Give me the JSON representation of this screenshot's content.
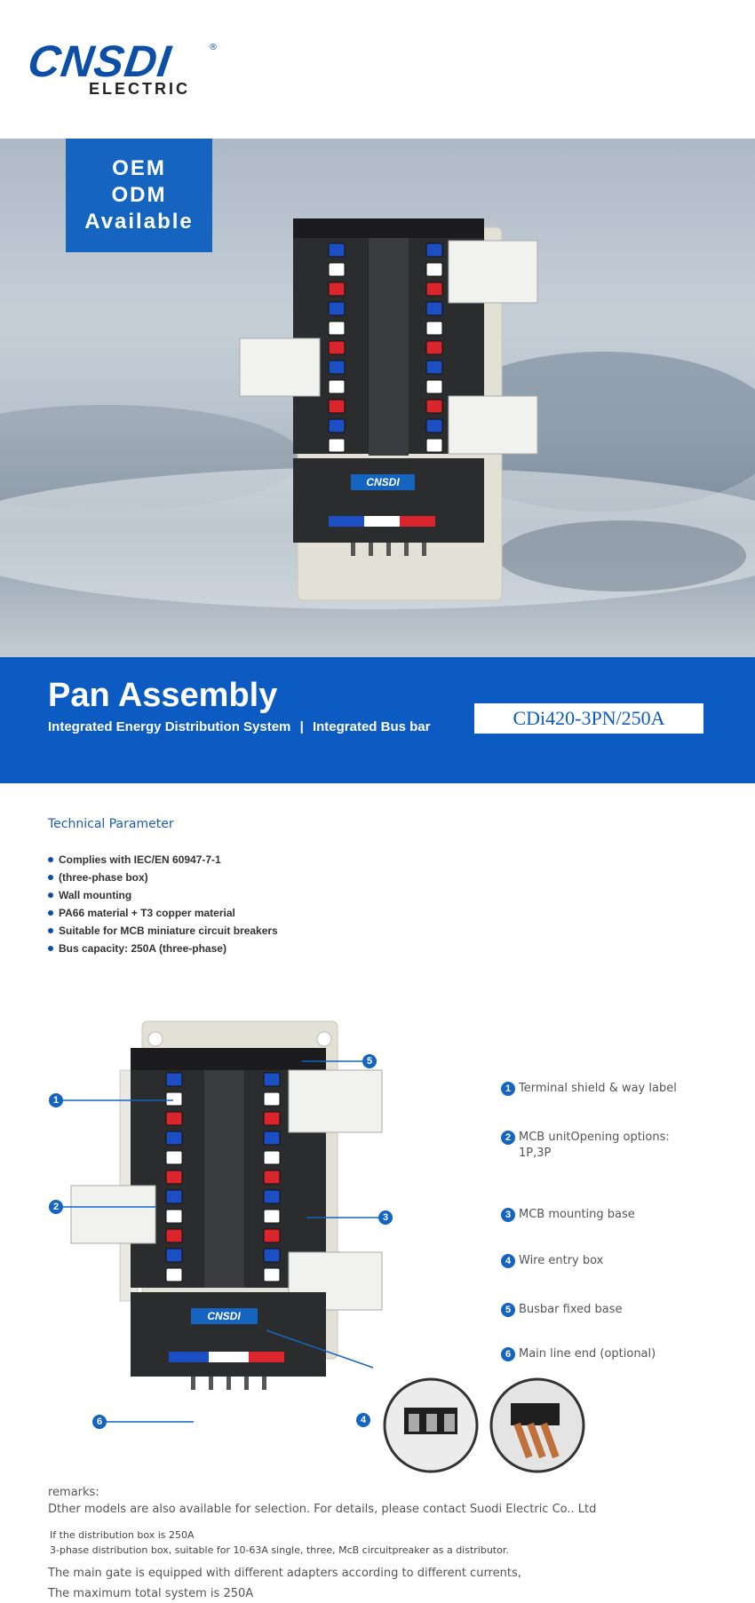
{
  "logo": {
    "brand": "CNSDI",
    "reg": "®",
    "sub": "ELECTRIC"
  },
  "hero": {
    "oem_lines": [
      "OEM",
      "ODM",
      "Available"
    ],
    "box_brand": "CNSDI"
  },
  "band": {
    "title": "Pan Assembly",
    "subtitle_left": "Integrated Energy Distribution System",
    "subtitle_sep": "|",
    "subtitle_right": "Integrated Bus bar",
    "model": "CDi420-3PN/250A"
  },
  "tech": {
    "title": "Technical Parameter",
    "items": [
      "Complies with IEC/EN 60947-7-1",
      "(three-phase box)",
      "Wall mounting",
      "PA66 material + T3 copper material",
      "Suitable for MCB miniature circuit breakers",
      "Bus capacity: 250A (three-phase)"
    ]
  },
  "diagram": {
    "box_brand": "CNSDI",
    "markers": [
      "1",
      "2",
      "3",
      "4",
      "5",
      "6"
    ],
    "legend": [
      {
        "num": "1",
        "text": "Terminal shield & way label"
      },
      {
        "num": "2",
        "text": "MCB unitOpening options:\n1P,3P"
      },
      {
        "num": "3",
        "text": "MCB mounting base"
      },
      {
        "num": "4",
        "text": "Wire entry box"
      },
      {
        "num": "5",
        "text": "Busbar fixed base"
      },
      {
        "num": "6",
        "text": "Main line end (optional)"
      }
    ]
  },
  "remarks": {
    "label": "remarks:",
    "line1": "Dther models are also available for selection. For details, please contact Suodi Electric Co.. Ltd",
    "line2": "If the distribution box is 250A",
    "line3": "3-phase distribution box, suitable for 10-63A single, three,  McB circuitpreaker as a distributor.",
    "line4": "The main gate is equipped with different adapters according to different currents,",
    "line5": "The maximum total system is 250A"
  },
  "colors": {
    "brand_blue": "#0c5bc2",
    "breaker_red": "#d9252b",
    "breaker_blue": "#1d4fc4"
  }
}
